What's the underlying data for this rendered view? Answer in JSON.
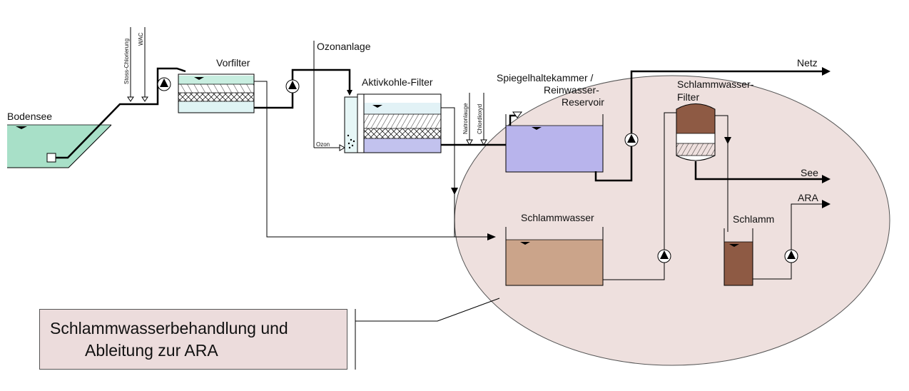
{
  "labels": {
    "bodensee": "Bodensee",
    "stoss_chlorierung": "Stoss-Chlorierung",
    "wac": "WAC",
    "vorfilter": "Vorfilter",
    "ozonanlage": "Ozonanlage",
    "ozon": "Ozon",
    "aktivkohle": "Aktivkohle-Filter",
    "natronlauge": "Natronlauge",
    "chlordioxyd": "Chlordioxyd",
    "spiegel_1": "Spiegelhaltekammer /",
    "spiegel_2": "Reinwasser-",
    "spiegel_3": "Reservoir",
    "schlammwasser_filter_1": "Schlammwasser-",
    "schlammwasser_filter_2": "Filter",
    "netz": "Netz",
    "see": "See",
    "ara": "ARA",
    "schlammwasser": "Schlammwasser",
    "schlamm": "Schlamm"
  },
  "note": {
    "line1": "Schlammwasserbehandlung und",
    "line2": "Ableitung zur ARA"
  },
  "colors": {
    "lake": "#a8e0c8",
    "reservoir": "#b8b4ec",
    "sludge_water": "#cba48a",
    "sludge": "#8e5a44",
    "ellipse": "#eee0de",
    "note_bg": "#ecdcdc",
    "filter_top": "#c8eee0",
    "filter_bottom": "#dff4f4",
    "carbon_top": "#e2f2f6",
    "carbon_bottom": "#c2c2ee"
  }
}
